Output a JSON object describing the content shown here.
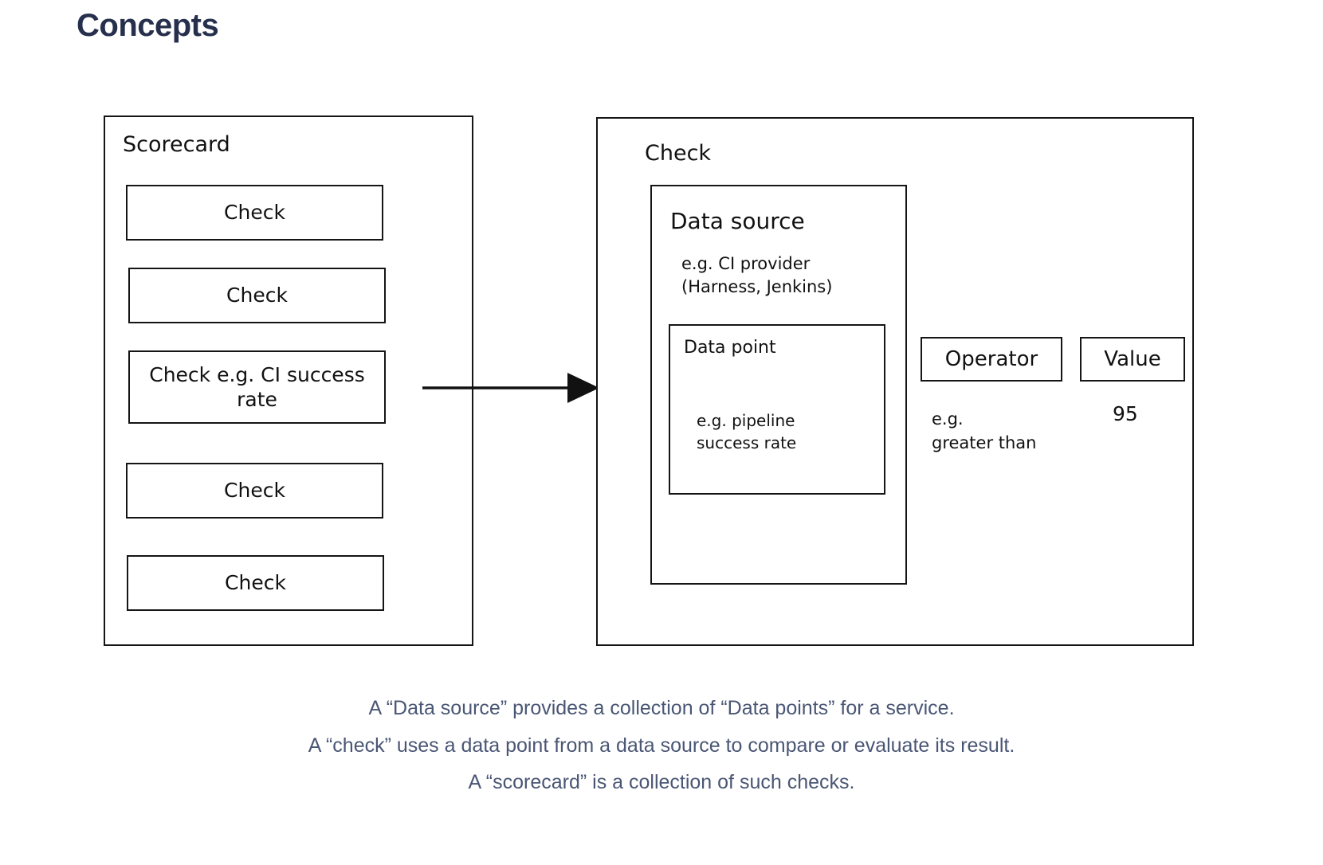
{
  "page": {
    "title": "Concepts",
    "title_color": "#26304d",
    "background": "#ffffff"
  },
  "diagram": {
    "type": "concept-diagram",
    "scorecard": {
      "title": "Scorecard",
      "checks": [
        {
          "label": "Check"
        },
        {
          "label": "Check"
        },
        {
          "label": "Check e.g. CI\nsuccess rate"
        },
        {
          "label": "Check"
        },
        {
          "label": "Check"
        }
      ]
    },
    "arrow": {
      "name": "arrow-right",
      "from": "check-e-g-ci-success-rate",
      "to": "check-panel"
    },
    "check_panel": {
      "title": "Check",
      "data_source": {
        "title": "Data source",
        "example": "e.g. CI provider\n(Harness, Jenkins)",
        "data_point": {
          "title": "Data point",
          "example": "e.g. pipeline\nsuccess rate"
        }
      },
      "operator": {
        "label": "Operator",
        "example": "e.g.\ngreater than"
      },
      "value": {
        "label": "Value",
        "example": "95"
      }
    }
  },
  "caption": {
    "color": "#4a5675",
    "lines": [
      "A “Data source” provides a collection of “Data points” for a service.",
      "A “check” uses a data point from a data source to compare or evaluate its result.",
      "A “scorecard” is a collection of such checks."
    ]
  }
}
